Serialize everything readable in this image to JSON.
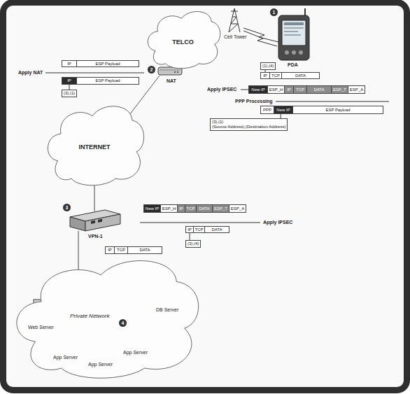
{
  "diagram": {
    "nodes": [
      {
        "text": [
          "TELCO"
        ]
      },
      {
        "text": [
          "IP"
        ]
      },
      {
        "text": [
          "ESP Payload"
        ]
      },
      {
        "text": [
          "IP"
        ]
      },
      {
        "text": [
          "ESP Payload"
        ]
      },
      {
        "text": [
          "(3),(1)"
        ]
      },
      {
        "text": [
          "(1),(4)"
        ]
      },
      {
        "text": [
          "IP"
        ]
      },
      {
        "text": [
          "TCP"
        ]
      },
      {
        "text": [
          "DATA"
        ]
      },
      {
        "text": [
          "New IP"
        ]
      },
      {
        "text": [
          "ESP_H"
        ]
      },
      {
        "text": [
          "IP"
        ]
      },
      {
        "text": [
          "TCP"
        ]
      },
      {
        "text": [
          "DATA"
        ]
      },
      {
        "text": [
          "ESP_T"
        ]
      },
      {
        "text": [
          "ESP_A"
        ]
      },
      {
        "text": [
          "PPP"
        ]
      },
      {
        "text": [
          "New IP"
        ]
      },
      {
        "text": [
          "ESP Payload"
        ]
      },
      {
        "text": [
          "(3),(1)",
          "(Source Address),(Destination Address)"
        ]
      },
      {
        "text": [
          "INTERNET"
        ]
      },
      {
        "text": [
          "New IP"
        ]
      },
      {
        "text": [
          "ESP_H"
        ]
      },
      {
        "text": [
          "IP"
        ]
      },
      {
        "text": [
          "TCP"
        ]
      },
      {
        "text": [
          "DATA"
        ]
      },
      {
        "text": [
          "ESP_T"
        ]
      },
      {
        "text": [
          "ESP_A"
        ]
      },
      {
        "text": [
          "IP"
        ]
      },
      {
        "text": [
          "TCP"
        ]
      },
      {
        "text": [
          "DATA"
        ]
      },
      {
        "text": [
          "(3),(4)"
        ]
      },
      {
        "text": [
          "IP"
        ]
      },
      {
        "text": [
          "TCP"
        ]
      },
      {
        "text": [
          "DATA"
        ]
      },
      {
        "text": [
          "Private Network"
        ]
      }
    ],
    "edges": [
      {
        "from": 5,
        "to": 3,
        "arrow": "none"
      },
      {
        "from": 6,
        "to": 7,
        "arrow": "none"
      },
      {
        "from": 20,
        "to": 18,
        "arrow": "none"
      },
      {
        "from": 32,
        "to": 29,
        "arrow": "none"
      }
    ],
    "labels": [
      "Apply NAT",
      "1",
      "Cell Tower",
      "PDA",
      "2",
      "NAT",
      "Apply IPSEC",
      "PPP Processing",
      "3",
      "VPN-1",
      "Apply IPSEC",
      "Web Server",
      "DB Server",
      "4",
      "App Server",
      "App Server",
      "App Server"
    ]
  }
}
